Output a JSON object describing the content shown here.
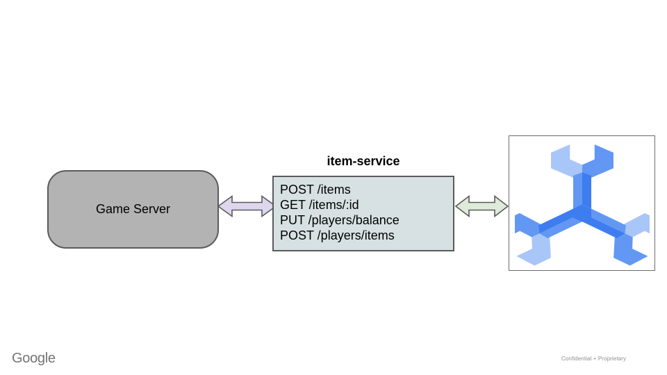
{
  "slide": {
    "background": "#ffffff",
    "footer": {
      "brand": "Google",
      "brand_color": "#747474",
      "note": "Confidential + Proprietary",
      "note_color": "#8f8f8f"
    }
  },
  "diagram": {
    "game_server": {
      "label": "Game Server",
      "fill": "#b3b3b3",
      "border": "#5a5a5a"
    },
    "item_service": {
      "title": "item-service",
      "endpoints": [
        "POST /items",
        "GET /items/:id",
        "PUT /players/balance",
        "POST /players/items"
      ],
      "fill": "#d7e1e4",
      "border": "#5a5a5a"
    },
    "left_arrow": {
      "icon": "double-arrow-icon",
      "fill": "#ddd7ee",
      "border": "#5a5a5a"
    },
    "right_arrow": {
      "icon": "double-arrow-icon",
      "fill": "#ddebd8",
      "border": "#5a5a5a"
    },
    "database": {
      "icon": "cloud-spanner-icon",
      "box_fill": "#ffffff",
      "box_border": "#6b6b6b",
      "colors": {
        "light": "#a9c6f8",
        "medium": "#6298f3",
        "dark": "#3e7df0"
      }
    }
  }
}
